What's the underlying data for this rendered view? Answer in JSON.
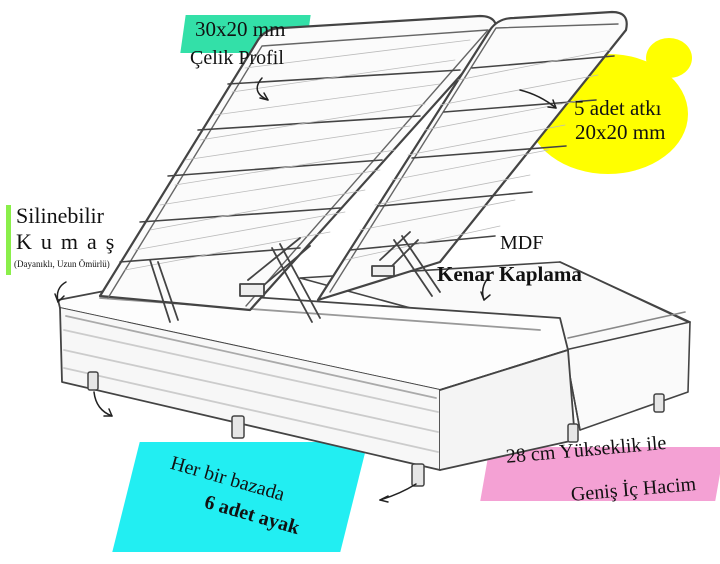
{
  "labels": {
    "profile_size": "30x20 mm",
    "profile_material": "Çelik Profil",
    "slats_count": "5 adet atkı",
    "slats_size": "20x20 mm",
    "fabric_title": "Silinebilir",
    "fabric_word": "Kumaş",
    "fabric_note": "(Dayanıklı, Uzun Ömürlü)",
    "edge_material": "MDF",
    "edge_title": "Kenar Kaplama",
    "legs_line1": "Her bir bazada",
    "legs_line2": "6 adet ayak",
    "storage_line1": "28 cm Yükseklik ile",
    "storage_line2": "Geniş İç Hacim"
  },
  "colors": {
    "profile_tag": "#33e0a8",
    "slats_bubble": "#ffff00",
    "fabric_bar": "#8aef4a",
    "legs_box": "#22eef2",
    "storage_box": "#f4a1d4"
  }
}
